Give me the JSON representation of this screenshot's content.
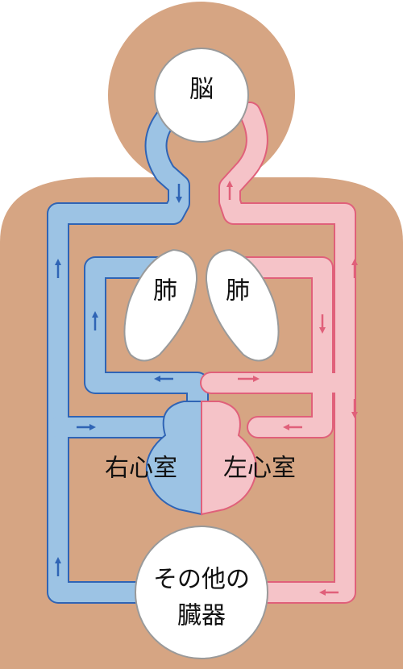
{
  "labels": {
    "brain": "脳",
    "lung_left": "肺",
    "lung_right": "肺",
    "right_ventricle": "右心室",
    "left_ventricle": "左心室",
    "organs_line1": "その他の",
    "organs_line2": "臓器"
  },
  "colors": {
    "body": "#d6a583",
    "venous_fill": "#9cc3e4",
    "venous_stroke": "#2f64b5",
    "arterial_fill": "#f5c3c8",
    "arterial_stroke": "#e0607a",
    "organ_fill": "#ffffff",
    "organ_stroke": "#9a9a9a"
  },
  "icons": {
    "flow_arrow": "arrow-icon"
  }
}
